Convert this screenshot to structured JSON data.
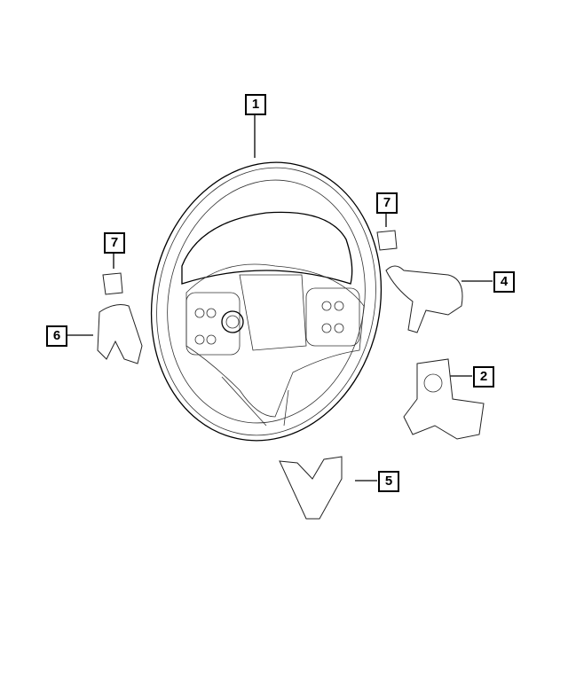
{
  "diagram": {
    "callouts": [
      {
        "id": "1",
        "part": "steering-wheel"
      },
      {
        "id": "7",
        "part": "trim-cap-right"
      },
      {
        "id": "7",
        "part": "trim-cap-left"
      },
      {
        "id": "4",
        "part": "bezel-right"
      },
      {
        "id": "6",
        "part": "bezel-left"
      },
      {
        "id": "2",
        "part": "rear-cover"
      },
      {
        "id": "5",
        "part": "lower-bezel"
      }
    ],
    "line_color": "#000000",
    "background": "#ffffff"
  }
}
